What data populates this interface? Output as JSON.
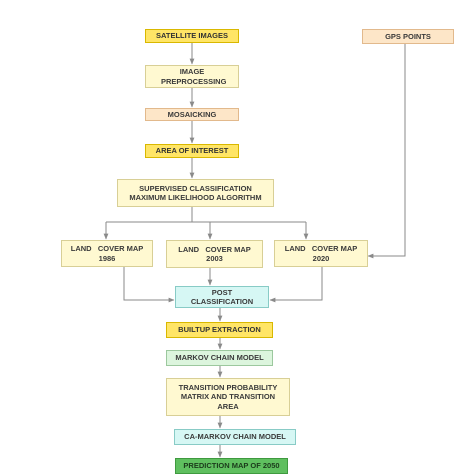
{
  "nodes": {
    "satellite_images": "SATELLITE IMAGES",
    "gps_points": "GPS POINTS",
    "image_preprocessing": "IMAGE PREPROCESSING",
    "mosaicking": "MOSAICKING",
    "area_of_interest": "AREA OF INTEREST",
    "supervised_classification": "SUPERVISED CLASSIFICATION MAXIMUM LIKELIHOOD ALGORITHM",
    "land_cover_1986": "LAND   COVER MAP 1986",
    "land_cover_2003": "LAND   COVER MAP 2003",
    "land_cover_2020": "LAND   COVER MAP 2020",
    "post_classification": "POST CLASSIFICATION",
    "builtup_extraction": "BUILTUP EXTRACTION",
    "markov_chain_model": "MARKOV CHAIN MODEL",
    "transition_probability": "TRANSITION PROBABILITY MATRIX AND TRANSITION AREA",
    "ca_markov_chain_model": "CA-MARKOV CHAIN MODEL",
    "prediction_map": "PREDICTION MAP OF 2050"
  },
  "colors": {
    "yellow": "#ffe566",
    "cream": "#fff9d1",
    "peach": "#fde6c8",
    "mint": "#dcf5dd",
    "cyan": "#d6f7f4",
    "green": "#5fbf5f",
    "connector": "#8a8a8a"
  }
}
